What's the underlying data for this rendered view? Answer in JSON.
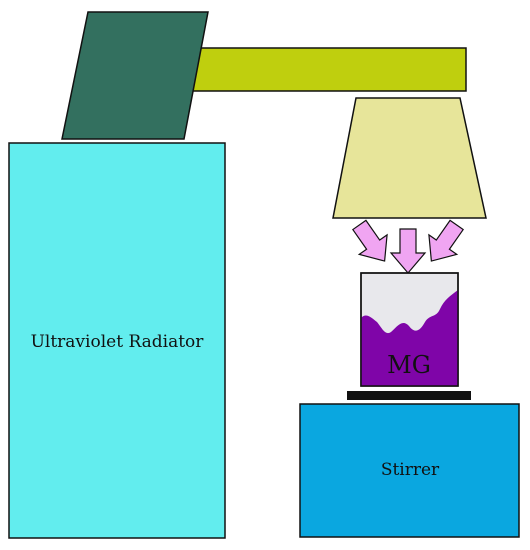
{
  "labels": {
    "radiator": "Ultraviolet Radiator",
    "stirrer": "Stirrer",
    "sample": "MG"
  },
  "colors": {
    "radiator_body": "#62EDEE",
    "lamp_mount": "#33705F",
    "arm": "#BFCF0E",
    "lamp_head": "#E7E59A",
    "uv_arrows": "#F0A5F2",
    "beaker_top": "#E8E8EC",
    "liquid": "#7F05A8",
    "stirrer_plate": "#111111",
    "stirrer_body": "#0AA7E0",
    "outline": "#111111"
  },
  "icons": {
    "uv_rays": "down-arrows",
    "beaker": "beaker-with-liquid"
  }
}
